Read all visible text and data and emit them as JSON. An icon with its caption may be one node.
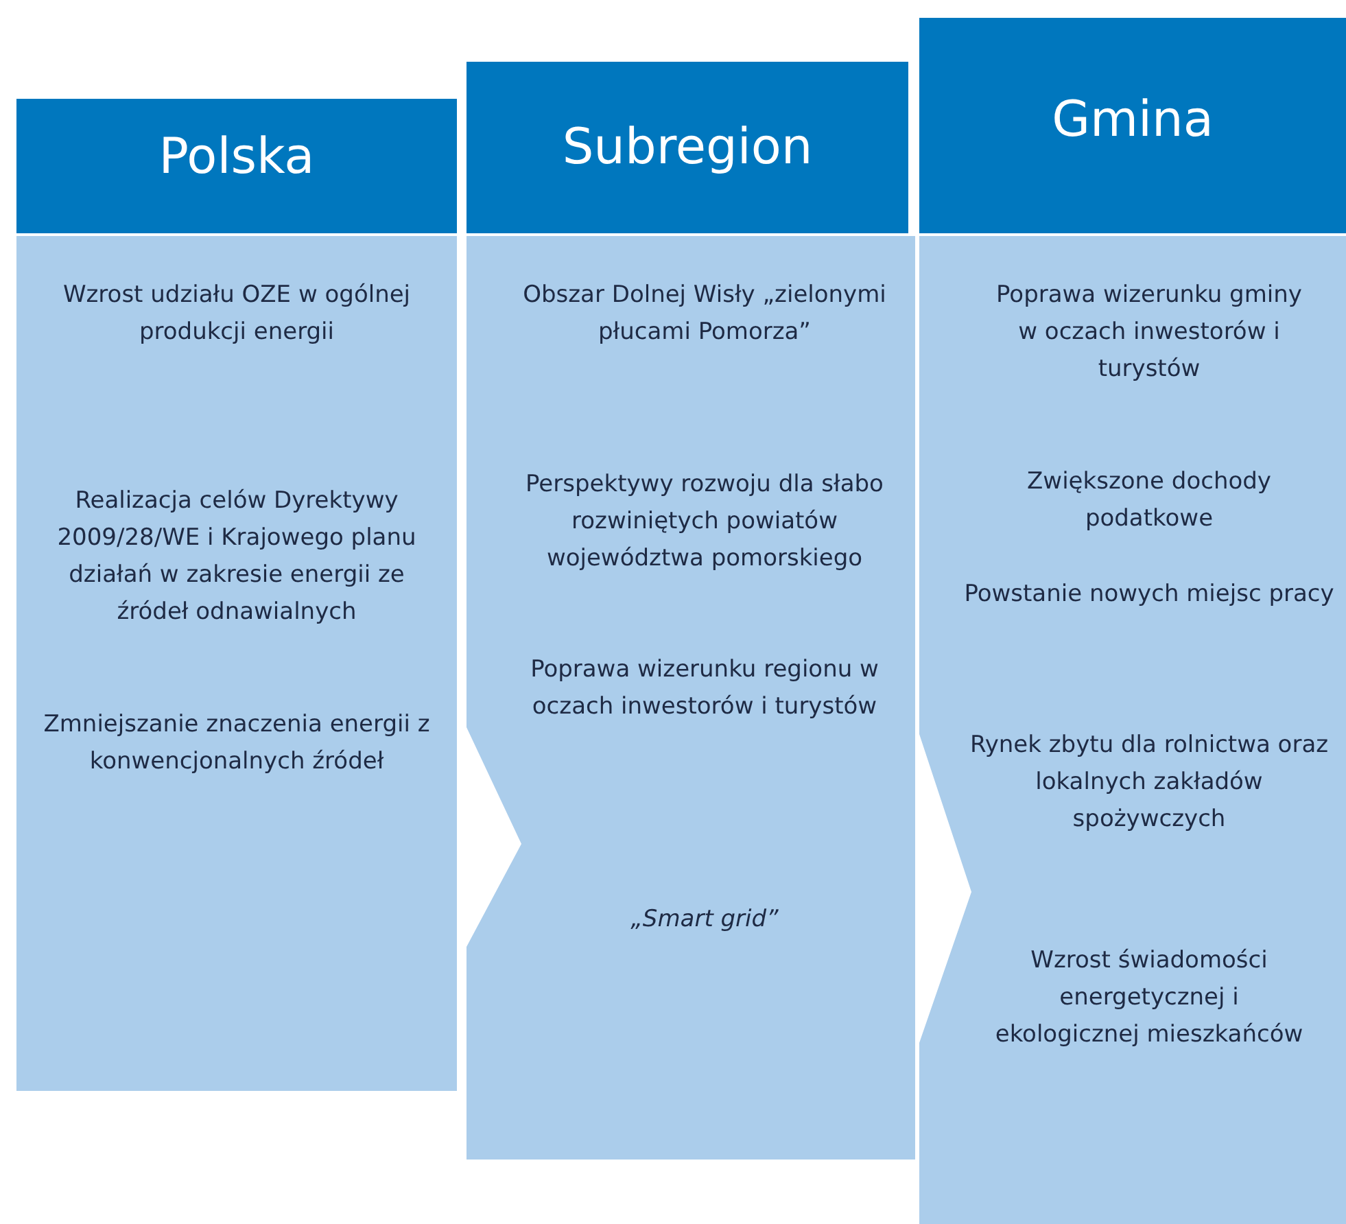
{
  "diagram": {
    "nodes": [
      {
        "text": [
          "Polska"
        ]
      },
      {
        "text": [
          "Wzrost udziału OZE w ogólnej produkcji energii",
          "Realizacja celów Dyrektywy 2009/28/WE i Krajowego planu działań w zakresie energii ze źródeł odnawialnych",
          "Zmniejszanie znaczenia energii z konwencjonalnych źródeł"
        ]
      },
      {
        "text": [
          "Subregion"
        ]
      },
      {
        "text": [
          "Obszar Dolnej Wisły „zielonymi płucami Pomorza”",
          "Perspektywy rozwoju dla słabo rozwiniętych powiatów województwa pomorskiego",
          "Poprawa wizerunku regionu w oczach inwestorów i turystów",
          "„Smart grid”"
        ]
      },
      {
        "text": [
          "Gmina"
        ]
      },
      {
        "text": [
          "Poprawa wizerunku gminy w oczach inwestorów i turystów",
          "Zwiększone dochody podatkowe",
          "Powstanie nowych miejsc pracy",
          "Rynek zbytu dla rolnictwa oraz lokalnych zakładów spożywczych",
          "Wzrost świadomości energetycznej i ekologicznej mieszkańców"
        ]
      }
    ]
  }
}
